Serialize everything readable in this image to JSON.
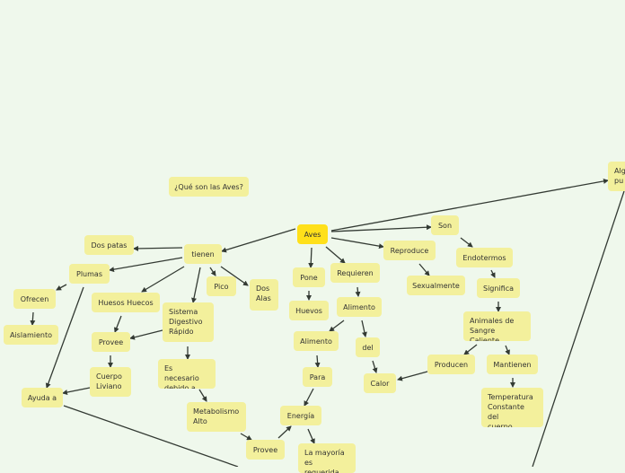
{
  "colors": {
    "background": "#eff8ec",
    "node": "#f3f09c",
    "root_node": "#ffe01a",
    "line": "#333a33"
  },
  "nodes": {
    "title": "¿Qué son las Aves?",
    "aves": "Aves",
    "tienen": "tienen",
    "dos_patas": "Dos patas",
    "plumas": "Plumas",
    "ofrecen": "Ofrecen",
    "aislamiento": "Aislamiento",
    "huesos_huecos": "Huesos Huecos",
    "sistema_digestivo": "Sistema\nDigestivo\nRápido",
    "pico": "Pico",
    "dos_alas": "Dos\nAlas",
    "provee_1": "Provee",
    "cuerpo_liviano": "Cuerpo\nLiviano",
    "ayuda_a": "Ayuda a",
    "es_necesario": "Es necesario\ndebido a",
    "metabolismo_alto": "Metabolismo\nAlto",
    "provee_2": "Provee",
    "energia": "Energía",
    "la_mayoria": "La mayoría\nes requerida",
    "pone": "Pone",
    "huevos": "Huevos",
    "requieren": "Requieren",
    "alimento_1": "Alimento",
    "alimento_2": "Alimento",
    "del": "del",
    "para": "Para",
    "calor": "Calor",
    "son": "Son",
    "reproduce": "Reproduce",
    "sexualmente": "Sexualmente",
    "endotermos": "Endotermos",
    "significa": "Significa",
    "animales_sangre_caliente": "Animales de\nSangre Caliente",
    "producen": "Producen",
    "mantienen": "Mantienen",
    "temperatura_constante": "Temperatura\nConstante del\ncuerpo",
    "algunos_cut": "Alg\npu"
  }
}
